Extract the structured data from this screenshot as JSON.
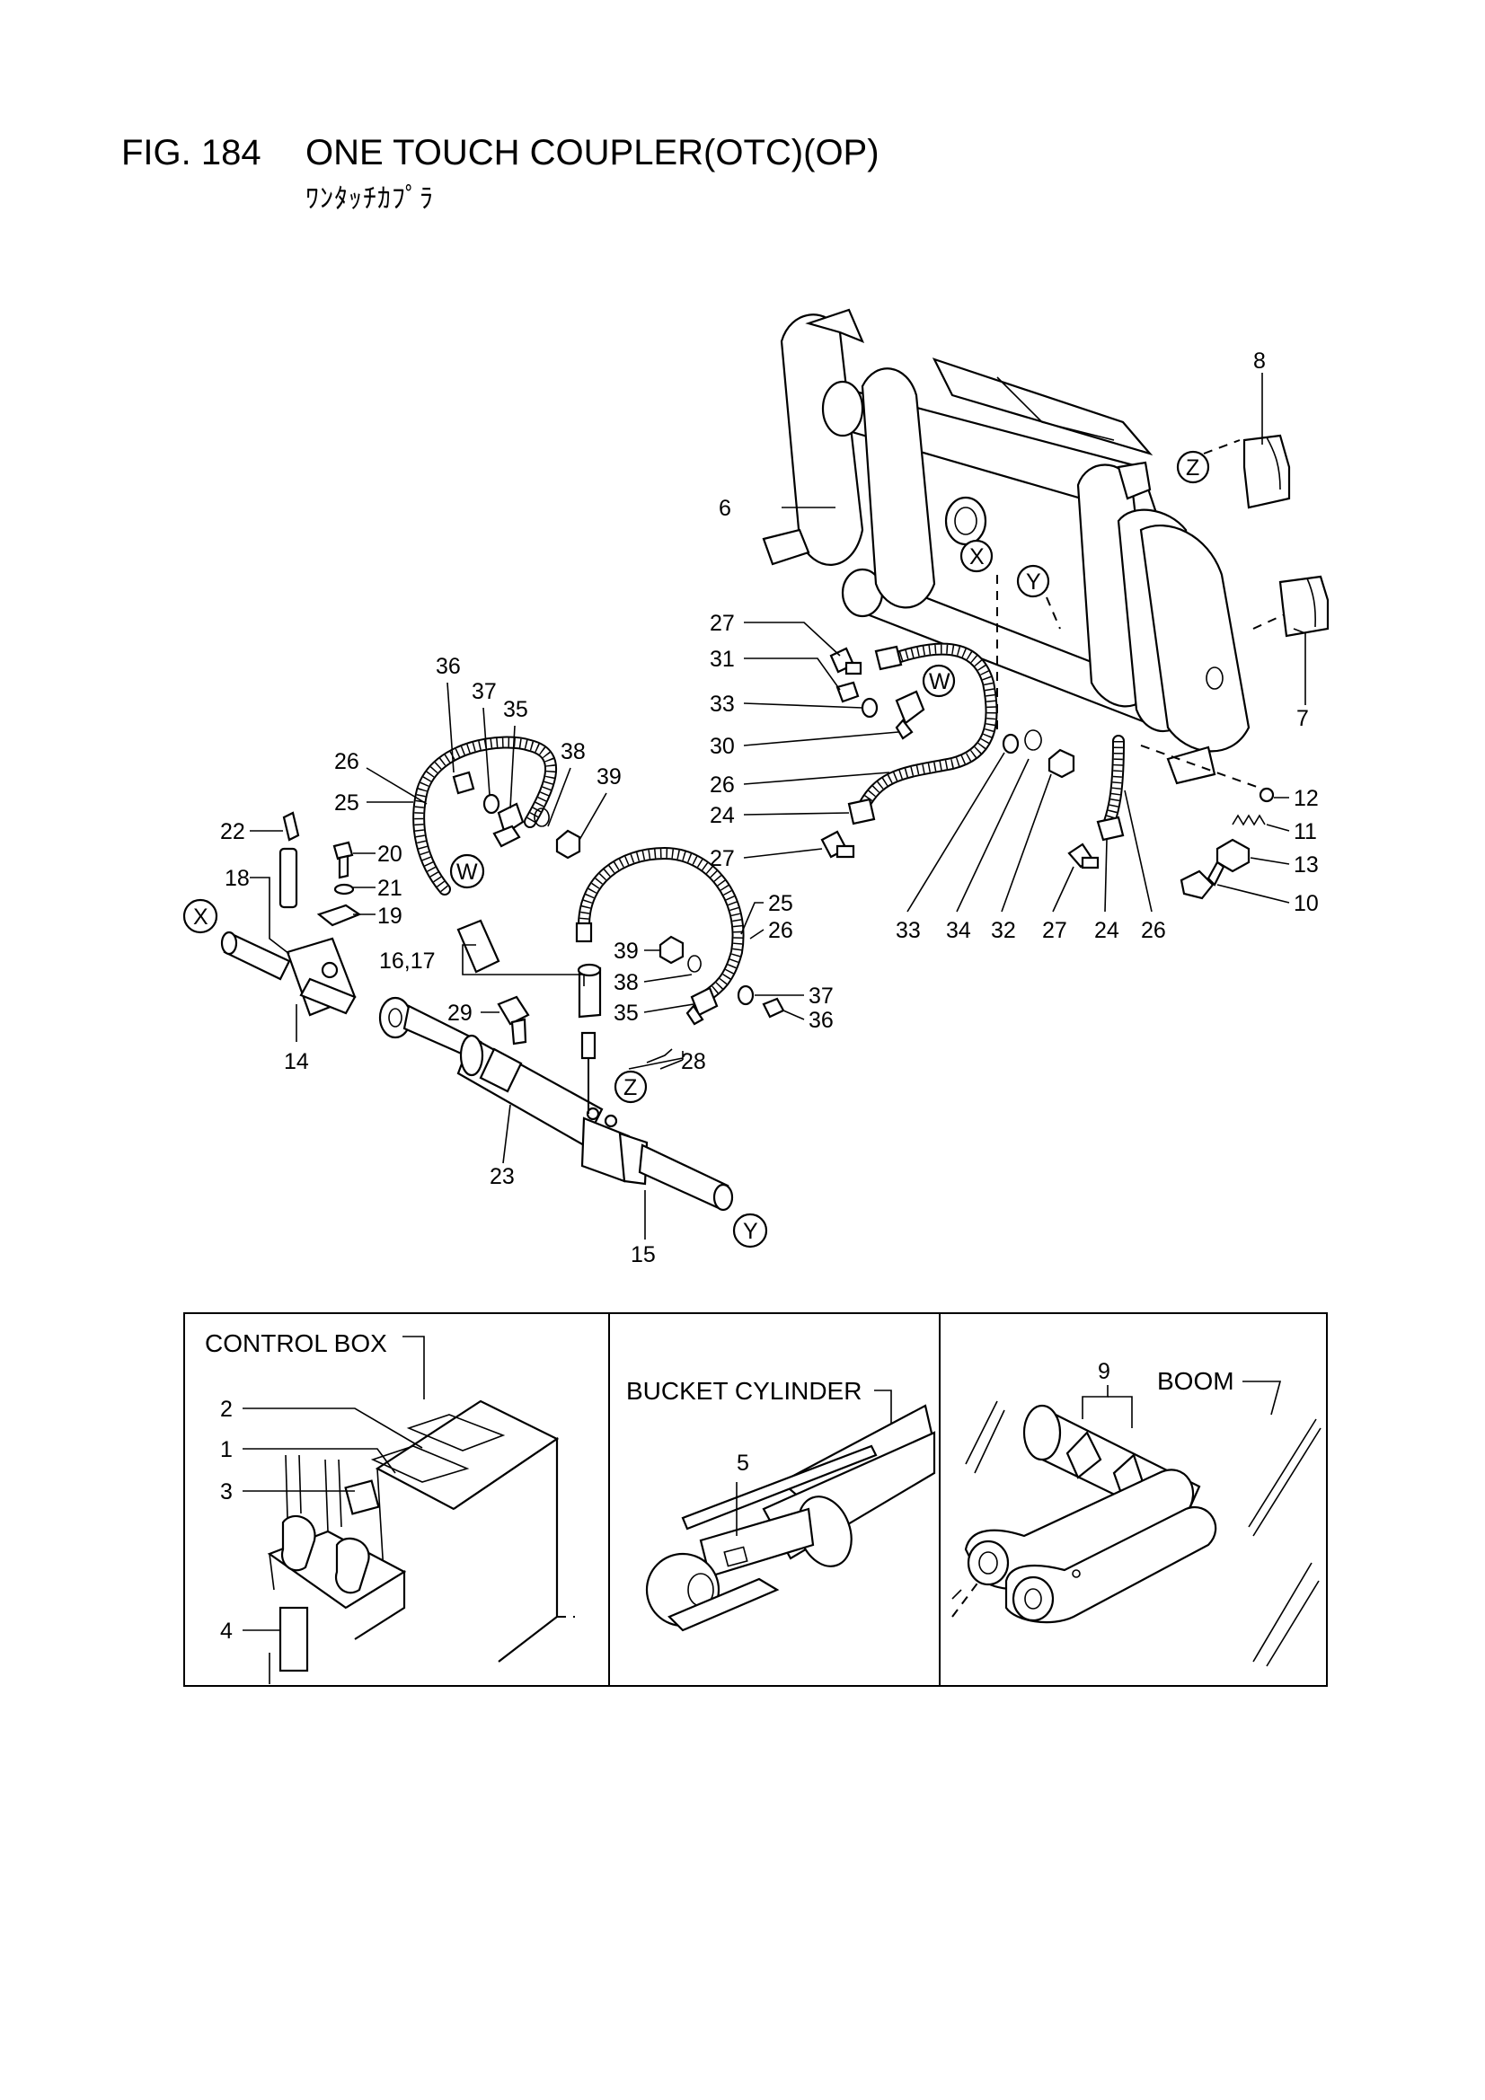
{
  "figure": {
    "number": "FIG. 184",
    "name": "ONE TOUCH COUPLER(OTC)(OP)",
    "subtitle": "ﾜﾝﾀｯﾁｶﾌﾟﾗ"
  },
  "refs": {
    "W": "W",
    "X": "X",
    "Y": "Y",
    "Z": "Z"
  },
  "callouts": {
    "c1": "1",
    "c2": "2",
    "c3": "3",
    "c4": "4",
    "c5": "5",
    "c6": "6",
    "c7": "7",
    "c8": "8",
    "c9": "9",
    "c10": "10",
    "c11": "11",
    "c12": "12",
    "c13": "13",
    "c14": "14",
    "c15": "15",
    "c1617": "16,17",
    "c18": "18",
    "c19": "19",
    "c20": "20",
    "c21": "21",
    "c22": "22",
    "c23": "23",
    "c24": "24",
    "c25": "25",
    "c26": "26",
    "c27": "27",
    "c28": "28",
    "c29": "29",
    "c30": "30",
    "c31": "31",
    "c32": "32",
    "c33": "33",
    "c34": "34",
    "c35": "35",
    "c36": "36",
    "c37": "37",
    "c38": "38",
    "c39": "39"
  },
  "panels": {
    "control_box": "CONTROL BOX",
    "bucket_cylinder": "BUCKET CYLINDER",
    "boom": "BOOM"
  }
}
